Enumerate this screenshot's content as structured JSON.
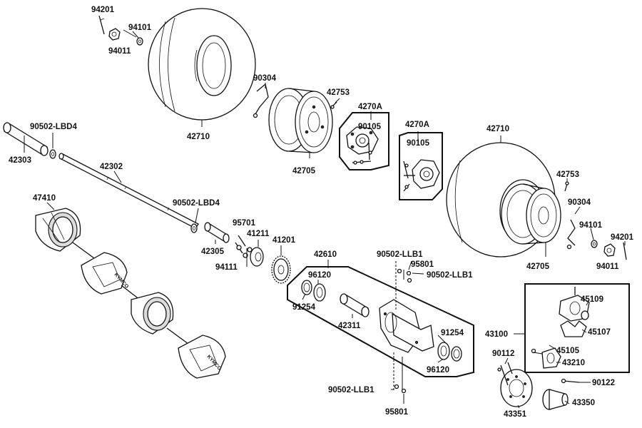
{
  "labels": {
    "p94201a": "94201",
    "p94101a": "94101",
    "p94011a": "94011",
    "p42710a": "42710",
    "p90304a": "90304",
    "p42753a": "42753",
    "p42705a": "42705",
    "p4270Aa": "4270A",
    "p90105a": "90105",
    "p4270Ab": "4270A",
    "p90105b": "90105",
    "p42710b": "42710",
    "p42753b": "42753",
    "p90304b": "90304",
    "p94101b": "94101",
    "p94201b": "94201",
    "p42705b": "42705",
    "p94011b": "94011",
    "p90502LBD4a": "90502-LBD4",
    "p42303": "42303",
    "p42302": "42302",
    "p47410": "47410",
    "p90502LBD4b": "90502-LBD4",
    "p42305": "42305",
    "p95701": "95701",
    "p41211": "41211",
    "p41201": "41201",
    "p94111": "94111",
    "p42610": "42610",
    "p90502LLB1a": "90502-LLB1",
    "p95801a": "95801",
    "p90502LLB1b": "90502-LLB1",
    "p96120a": "96120",
    "p91254a": "91254",
    "p42311": "42311",
    "p91254b": "91254",
    "p96120b": "96120",
    "p90502LLB1c": "90502-LLB1",
    "p95801b": "95801",
    "p43100": "43100",
    "p45109": "45109",
    "p45107": "45107",
    "p45105": "45105",
    "p43210": "43210",
    "p90112": "90112",
    "p90122": "90122",
    "p43351": "43351",
    "p43350": "43350"
  },
  "brand_mark": "KYMCO"
}
